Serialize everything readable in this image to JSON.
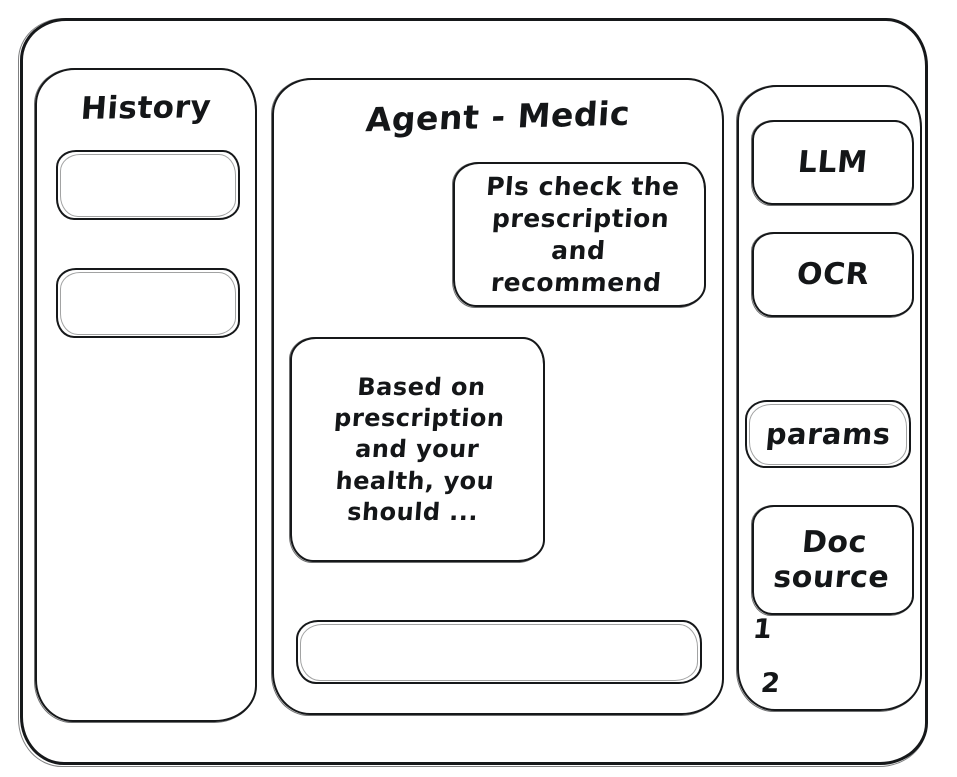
{
  "window": {
    "frame_label": "app-window"
  },
  "theme": {
    "ink": "#16181a",
    "background": "#ffffff"
  },
  "sidebar_left": {
    "title": "History",
    "items": [
      {
        "label": ""
      },
      {
        "label": ""
      }
    ]
  },
  "main": {
    "title": "Agent - Medic",
    "messages": [
      {
        "role": "user",
        "text": "Pls check the\nprescription\nand recommend"
      },
      {
        "role": "assistant",
        "text": "Based on\nprescription\nand your\nhealth, you\nshould ..."
      }
    ],
    "composer": {
      "value": "",
      "placeholder": ""
    }
  },
  "sidebar_right": {
    "cards": [
      {
        "label": "LLM"
      },
      {
        "label": "OCR"
      },
      {
        "label": "params"
      },
      {
        "label": "Doc\nsource"
      }
    ],
    "doc_source_refs": [
      {
        "label": "1"
      },
      {
        "label": "2"
      }
    ]
  }
}
